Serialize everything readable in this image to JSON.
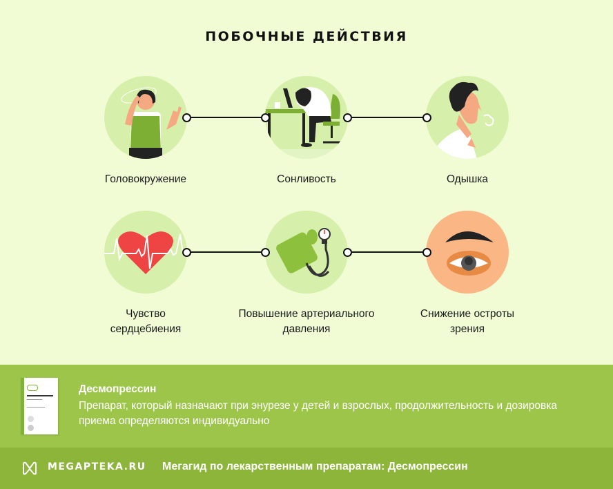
{
  "title": "ПОБОЧНЫЕ ДЕЙСТВИЯ",
  "side_effects": [
    {
      "label": "Головокружение",
      "icon": "dizzy-woman-icon"
    },
    {
      "label": "Сонливость",
      "icon": "sleepy-person-at-desk-icon"
    },
    {
      "label": "Одышка",
      "icon": "shortness-of-breath-man-icon"
    },
    {
      "label": "Чувство сердцебиения",
      "icon": "heartbeat-heart-icon"
    },
    {
      "label": "Повышение артериального давления",
      "icon": "blood-pressure-monitor-icon"
    },
    {
      "label": "Снижение остроты зрения",
      "icon": "eye-icon"
    }
  ],
  "drug": {
    "name": "Десмопрессин",
    "description": "Препарат, который назначают при энурезе у детей и взрослых, продолжительность и дозировка приема определяются индивидуально",
    "package_icon": "drug-package-icon"
  },
  "footer": {
    "logo_text": "MEGAPTEKA.RU",
    "caption": "Мегагид по лекарственным препаратам: Десмопрессин"
  },
  "colors": {
    "background": "#f1fcd4",
    "circle": "#d6efaa",
    "circle_peach": "#fbb686",
    "band": "#9dc54a",
    "footer": "#8db53a"
  }
}
